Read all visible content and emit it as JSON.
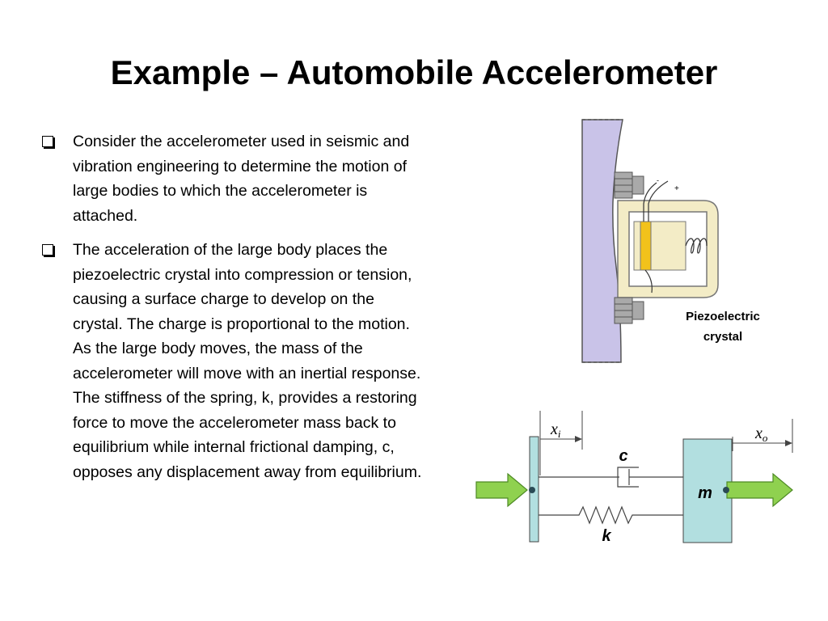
{
  "slide": {
    "title": "Example – Automobile Accelerometer",
    "bullets": [
      "Consider the accelerometer used in seismic and vibration engineering to determine the motion of large bodies to which the accelerometer is attached.",
      "The acceleration of the large body places the piezoelectric crystal into compression or tension, causing a surface charge to develop on the crystal. The charge is proportional to the motion. As the large body moves, the mass of the accelerometer will move with an inertial response. The stiffness of the spring, k, provides a restoring force to move the accelerometer mass back to equilibrium while internal frictional damping, c, opposes any displacement away from equilibrium."
    ]
  },
  "device_figure": {
    "crystal_label_line1": "Piezoelectric",
    "crystal_label_line2": "crystal",
    "minus_sign": "-",
    "plus_sign": "+"
  },
  "model_figure": {
    "xi_var": "x",
    "xi_sub": "i",
    "xo_var": "x",
    "xo_sub": "o",
    "damper_label": "c",
    "spring_label": "k",
    "mass_label": "m"
  },
  "colors": {
    "body": "#c9c3e8",
    "housing": "#f3ecc6",
    "crystal": "#f2c21b",
    "bolt": "#a9a9a9",
    "wall": "#b2dfe0",
    "arrow": "#8fd14f"
  }
}
